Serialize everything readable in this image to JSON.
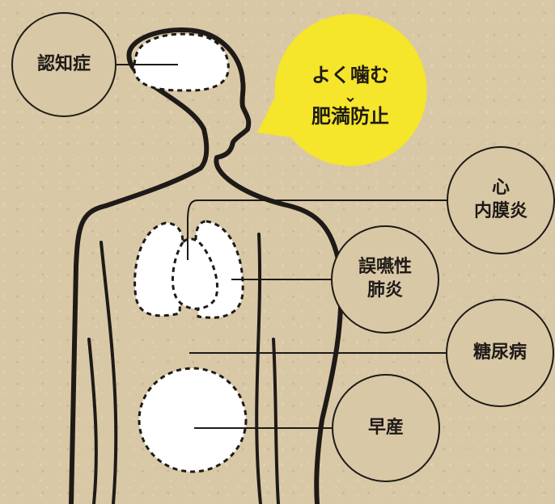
{
  "speech": {
    "line1": "よく噛む",
    "arrow": "⌄",
    "line2": "肥満防止"
  },
  "labels": {
    "dementia": "認知症",
    "endocarditis_1": "心",
    "endocarditis_2": "内膜炎",
    "pneumonia_1": "誤嚥性",
    "pneumonia_2": "肺炎",
    "diabetes": "糖尿病",
    "premature_birth": "早産"
  },
  "colors": {
    "background": "#d9c8a6",
    "outline": "#1e1a17",
    "speech_fill": "#f5e52b",
    "organ_fill": "#ffffff"
  }
}
